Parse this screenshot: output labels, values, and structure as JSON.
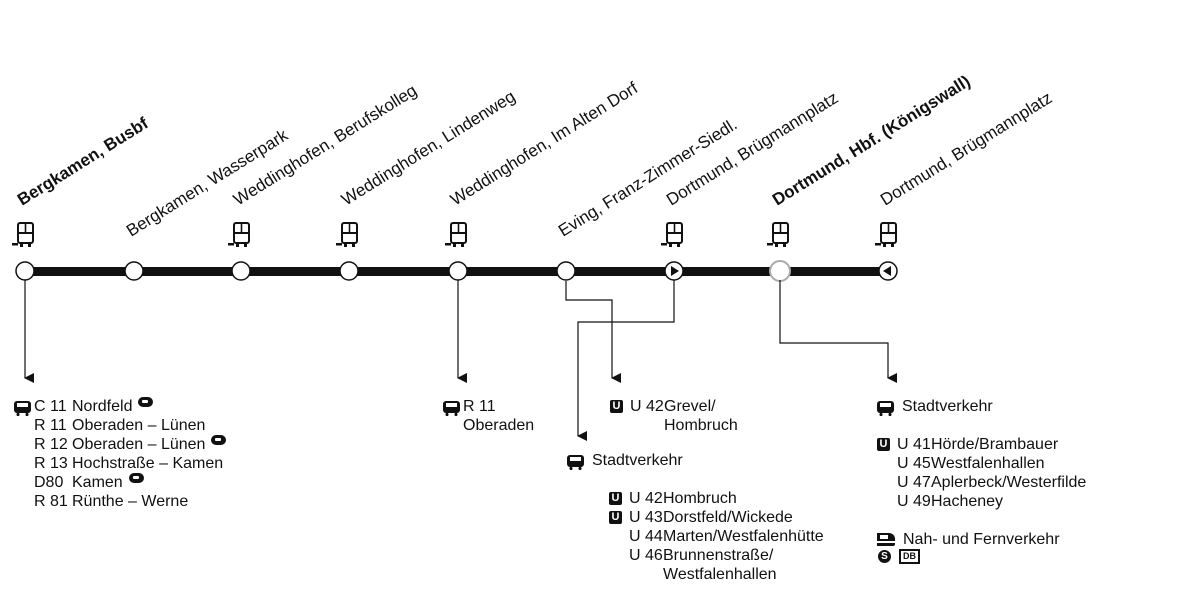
{
  "stops": [
    {
      "label": "Bergkamen, Busbf",
      "bold": true,
      "bus": true,
      "marker": "circle"
    },
    {
      "label": "Bergkamen, Wasserpark",
      "bold": false,
      "bus": false,
      "marker": "circle"
    },
    {
      "label": "Weddinghofen, Berufskolleg",
      "bold": false,
      "bus": true,
      "marker": "circle"
    },
    {
      "label": "Weddinghofen, Lindenweg",
      "bold": false,
      "bus": true,
      "marker": "circle"
    },
    {
      "label": "Weddinghofen, Im Alten Dorf",
      "bold": false,
      "bus": true,
      "marker": "circle"
    },
    {
      "label": "Eving, Franz-Zimmer-Siedl.",
      "bold": false,
      "bus": false,
      "marker": "circle"
    },
    {
      "label": "Dortmund, Brügmannplatz",
      "bold": false,
      "bus": true,
      "marker": "arrow-right"
    },
    {
      "label": "Dortmund, Hbf. (Königswall)",
      "bold": true,
      "bus": true,
      "marker": "ring"
    },
    {
      "label": "Dortmund, Brügmannplatz",
      "bold": false,
      "bus": true,
      "marker": "arrow-left"
    }
  ],
  "bergkamen": {
    "lines": [
      {
        "line": "C 11",
        "dest": "Nordfeld",
        "rail": true
      },
      {
        "line": "R 11",
        "dest": "Oberaden – Lünen",
        "rail": false
      },
      {
        "line": "R 12",
        "dest": "Oberaden – Lünen",
        "rail": true
      },
      {
        "line": "R 13",
        "dest": "Hochstraße – Kamen",
        "rail": false
      },
      {
        "line": "D80",
        "dest": "Kamen",
        "rail": true
      },
      {
        "line": "R 81",
        "dest": "Rünthe – Werne",
        "rail": false
      }
    ]
  },
  "altendorf": {
    "line": "R 11",
    "dest": "Oberaden"
  },
  "eving": {
    "line": "U 42",
    "dest1": "Grevel/",
    "dest2": "Hombruch"
  },
  "bruegmann": {
    "title": "Stadtverkehr",
    "lines": [
      {
        "line": "U 42",
        "dest": "Hombruch",
        "ubahn": true
      },
      {
        "line": "U 43",
        "dest": "Dorstfeld/Wickede",
        "ubahn": true
      },
      {
        "line": "U 44",
        "dest": "Marten/Westfalenhütte",
        "ubahn": false
      },
      {
        "line": "U 46",
        "dest": "Brunnenstraße/",
        "ubahn": false
      }
    ],
    "dest_cont": "Westfalenhallen"
  },
  "hbf": {
    "title": "Stadtverkehr",
    "lines": [
      {
        "line": "U 41",
        "dest": "Hörde/Brambauer",
        "ubahn": true
      },
      {
        "line": "U 45",
        "dest": "Westfalenhallen",
        "ubahn": false
      },
      {
        "line": "U 47",
        "dest": "Aplerbeck/Westerfilde",
        "ubahn": false
      },
      {
        "line": "U 49",
        "dest": "Hacheney",
        "ubahn": false
      }
    ],
    "rail_title": "Nah- und Fernverkehr",
    "sbahn_symbol": "S",
    "db_symbol": "DB"
  },
  "icon_names": [
    "bus-icon",
    "ubahn-icon",
    "rail-icon",
    "train-icon",
    "sbahn-icon",
    "db-icon"
  ],
  "colors": {
    "line": "#111111",
    "background": "#ffffff"
  }
}
